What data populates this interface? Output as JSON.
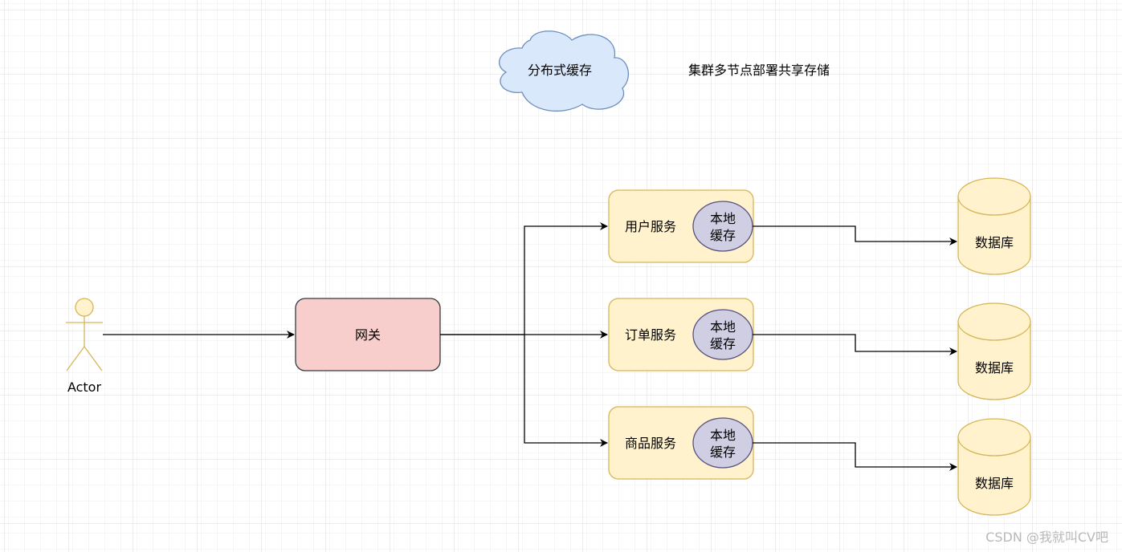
{
  "diagram": {
    "cloud": {
      "label": "分布式缓存"
    },
    "note": {
      "text": "集群多节点部署共享存储"
    },
    "actor": {
      "label": "Actor"
    },
    "gateway": {
      "label": "网关"
    },
    "services": [
      {
        "label": "用户服务",
        "cache_line1": "本地",
        "cache_line2": "缓存",
        "db_label": "数据库"
      },
      {
        "label": "订单服务",
        "cache_line1": "本地",
        "cache_line2": "缓存",
        "db_label": "数据库"
      },
      {
        "label": "商品服务",
        "cache_line1": "本地",
        "cache_line2": "缓存",
        "db_label": "数据库"
      }
    ],
    "colors": {
      "gateway_fill": "#f8cecc",
      "gateway_stroke": "#36393d",
      "service_fill": "#fff2cc",
      "service_stroke": "#d6b656",
      "cache_fill": "#d0cee2",
      "cache_stroke": "#56517e",
      "db_fill": "#fff2cc",
      "db_stroke": "#d6b656",
      "cloud_fill": "#dae8fc",
      "cloud_stroke": "#6c8ebf",
      "actor_stroke": "#d6b656",
      "edge": "#000000"
    }
  },
  "watermark": {
    "text": "CSDN @我就叫CV吧"
  }
}
